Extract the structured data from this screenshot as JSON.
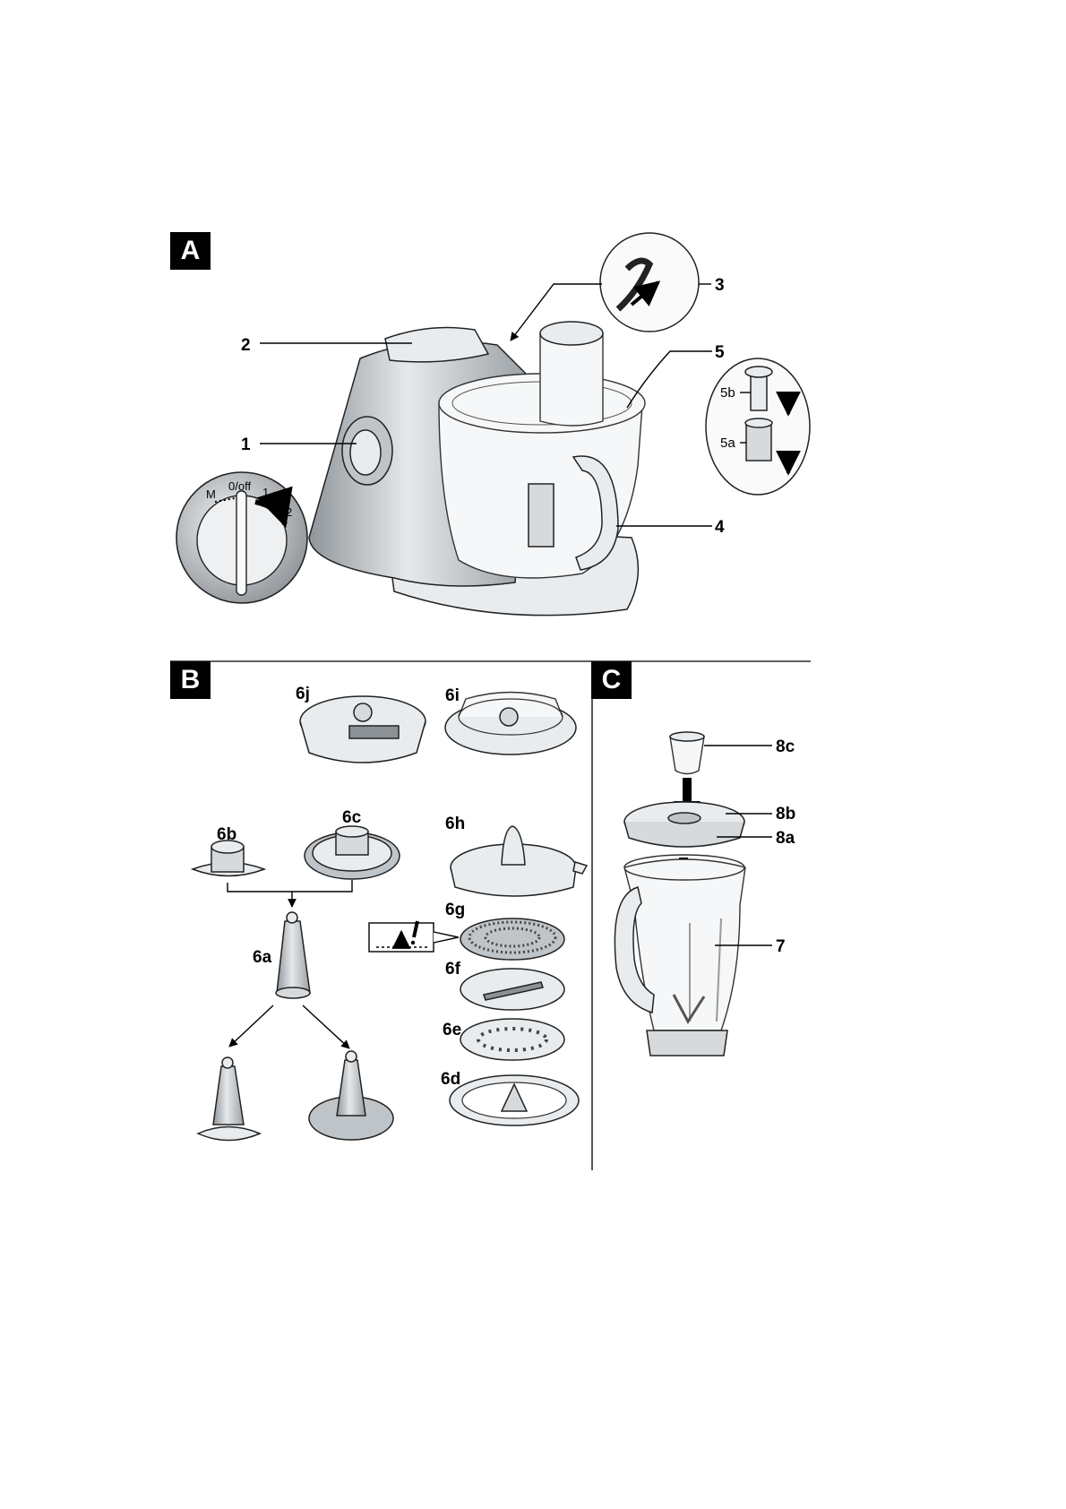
{
  "sections": {
    "a": "A",
    "b": "B",
    "c": "C"
  },
  "labels": {
    "a": {
      "l1": "1",
      "l2": "2",
      "l3": "3",
      "l4": "4",
      "l5": "5",
      "l5a": "5a",
      "l5b": "5b"
    },
    "dial": {
      "m": "M",
      "off": "0/off",
      "s1": "1",
      "s2": "2"
    },
    "b": {
      "l6a": "6a",
      "l6b": "6b",
      "l6c": "6c",
      "l6d": "6d",
      "l6e": "6e",
      "l6f": "6f",
      "l6g": "6g",
      "l6h": "6h",
      "l6i": "6i",
      "l6j": "6j"
    },
    "c": {
      "l7": "7",
      "l8a": "8a",
      "l8b": "8b",
      "l8c": "8c"
    }
  },
  "colors": {
    "ink": "#000000",
    "badge": "#000000",
    "metal": "#bfc4c8",
    "plastic": "#e9ecee"
  }
}
